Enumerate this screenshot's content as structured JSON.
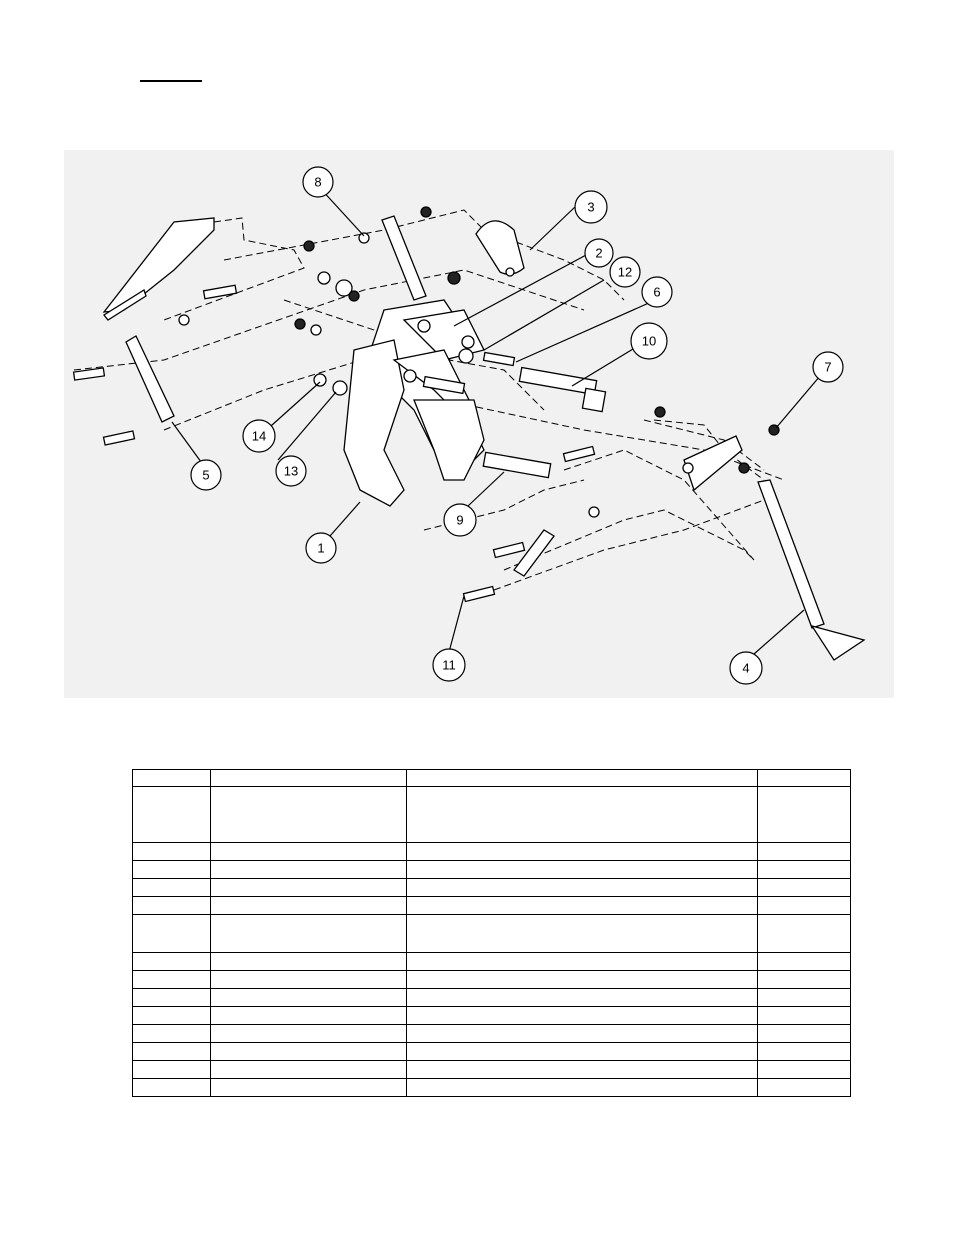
{
  "diagram": {
    "callouts": [
      {
        "id": "callout-1",
        "label": "1"
      },
      {
        "id": "callout-2",
        "label": "2"
      },
      {
        "id": "callout-3",
        "label": "3"
      },
      {
        "id": "callout-4",
        "label": "4"
      },
      {
        "id": "callout-5",
        "label": "5"
      },
      {
        "id": "callout-6",
        "label": "6"
      },
      {
        "id": "callout-7",
        "label": "7"
      },
      {
        "id": "callout-8",
        "label": "8"
      },
      {
        "id": "callout-9",
        "label": "9"
      },
      {
        "id": "callout-10",
        "label": "10"
      },
      {
        "id": "callout-11",
        "label": "11"
      },
      {
        "id": "callout-12",
        "label": "12"
      },
      {
        "id": "callout-13",
        "label": "13"
      },
      {
        "id": "callout-14",
        "label": "14"
      }
    ],
    "colors": {
      "line": "#000000",
      "panel": "#f1f1f1",
      "part_fill": "#ffffff"
    }
  },
  "parts_table": {
    "rows": 15,
    "columns": 4
  }
}
